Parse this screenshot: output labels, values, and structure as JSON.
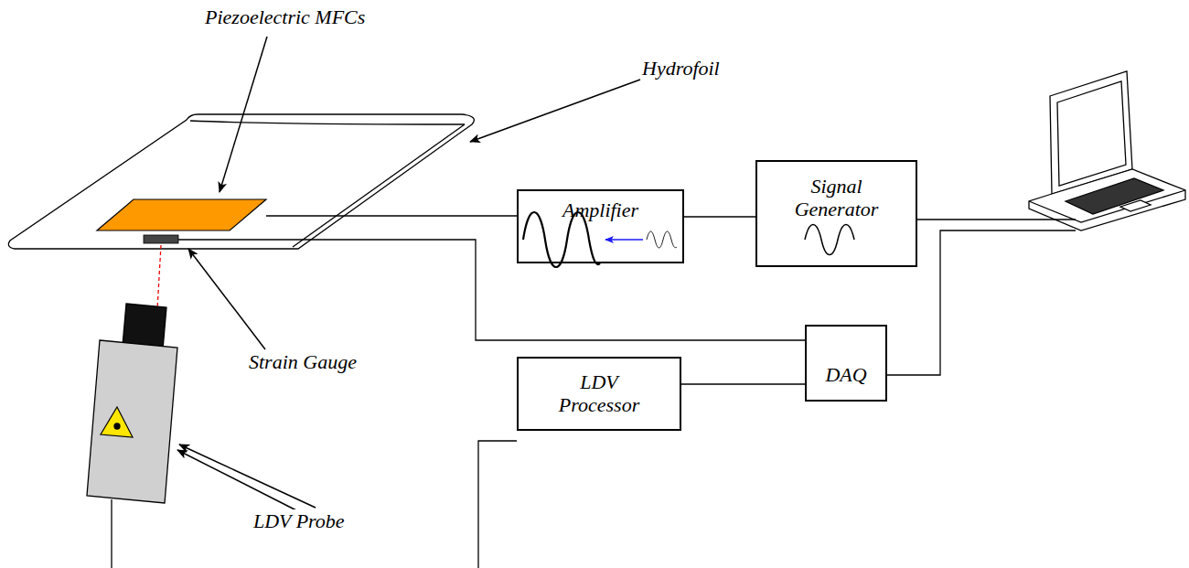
{
  "diagram": {
    "nodes": [
      {
        "text": [
          "Amplifier"
        ]
      },
      {
        "text": [
          "Signal Generator"
        ]
      },
      {
        "text": [
          "DAQ"
        ]
      },
      {
        "text": [
          "LDV Processor"
        ]
      }
    ],
    "edges": [
      {
        "from": 0,
        "to": 1,
        "arrow": "none"
      },
      {
        "from": 3,
        "to": 2,
        "arrow": "none"
      }
    ],
    "labels": [
      "Piezoelectric MFCs",
      "Hydrofoil",
      "Strain Gauge",
      "LDV Probe"
    ]
  }
}
